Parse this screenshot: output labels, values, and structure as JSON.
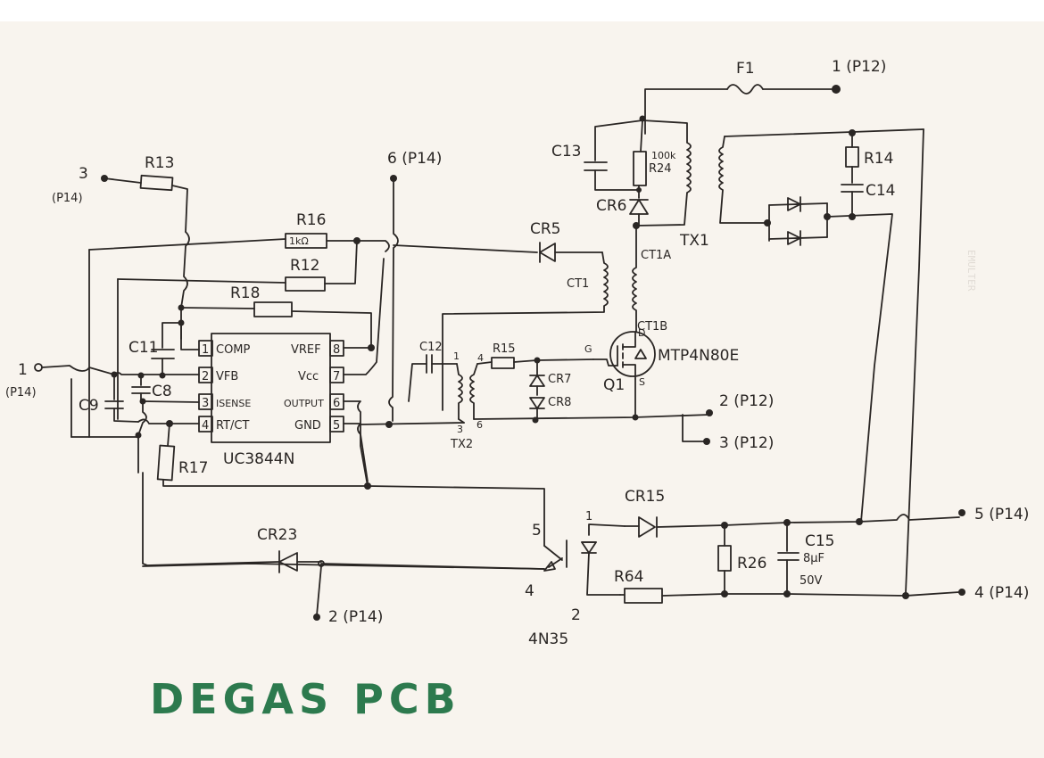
{
  "title": "DEGAS PCB",
  "ic": {
    "part": "UC3844N",
    "pins": [
      {
        "num": "1",
        "name": "COMP"
      },
      {
        "num": "2",
        "name": "VFB"
      },
      {
        "num": "3",
        "name": "ISENSE"
      },
      {
        "num": "4",
        "name": "RT/CT"
      },
      {
        "num": "8",
        "name": "VREF"
      },
      {
        "num": "7",
        "name": "Vcc"
      },
      {
        "num": "6",
        "name": "OUTPUT"
      },
      {
        "num": "5",
        "name": "GND"
      }
    ]
  },
  "connectors": {
    "p14_1": "1",
    "p14_1_sub": "(P14)",
    "p14_3": "3",
    "p14_3_sub": "(P14)",
    "p14_6": "6 (P14)",
    "p14_2": "2 (P14)",
    "p14_5": "5 (P14)",
    "p14_4": "4 (P14)",
    "p12_1": "1 (P12)",
    "p12_2": "2 (P12)",
    "p12_3": "3 (P12)"
  },
  "components": {
    "R13": "R13",
    "R16": "R16",
    "R16_value": "1kΩ",
    "R12": "R12",
    "R18": "R18",
    "R17": "R17",
    "R15": "R15",
    "R24": "R24",
    "R24_value": "100k",
    "R14": "R14",
    "R26": "R26",
    "R64": "R64",
    "C11": "C11",
    "C8": "C8",
    "C9": "C9",
    "C12": "C12",
    "C13": "C13",
    "C14": "C14",
    "C15": "C15",
    "C15_value": "8µF",
    "C15_voltage": "50V",
    "CR5": "CR5",
    "CR6": "CR6",
    "CR7": "CR7",
    "CR8": "CR8",
    "CR15": "CR15",
    "CR23": "CR23",
    "F1": "F1",
    "TX1": "TX1",
    "TX2": "TX2",
    "CT1": "CT1",
    "CT1A": "CT1A",
    "CT1B": "CT1B",
    "Q1": "Q1",
    "Q1_part": "MTP4N80E",
    "Q1_gate": "G",
    "Q1_drain": "D",
    "Q1_source": "S",
    "opto": "4N35",
    "opto_pin1": "1",
    "opto_pin2": "2",
    "opto_pin4": "4",
    "opto_pin5": "5",
    "tx2_pin1": "1",
    "tx2_pin3": "3",
    "tx2_pin4": "4",
    "tx2_pin6": "6"
  }
}
